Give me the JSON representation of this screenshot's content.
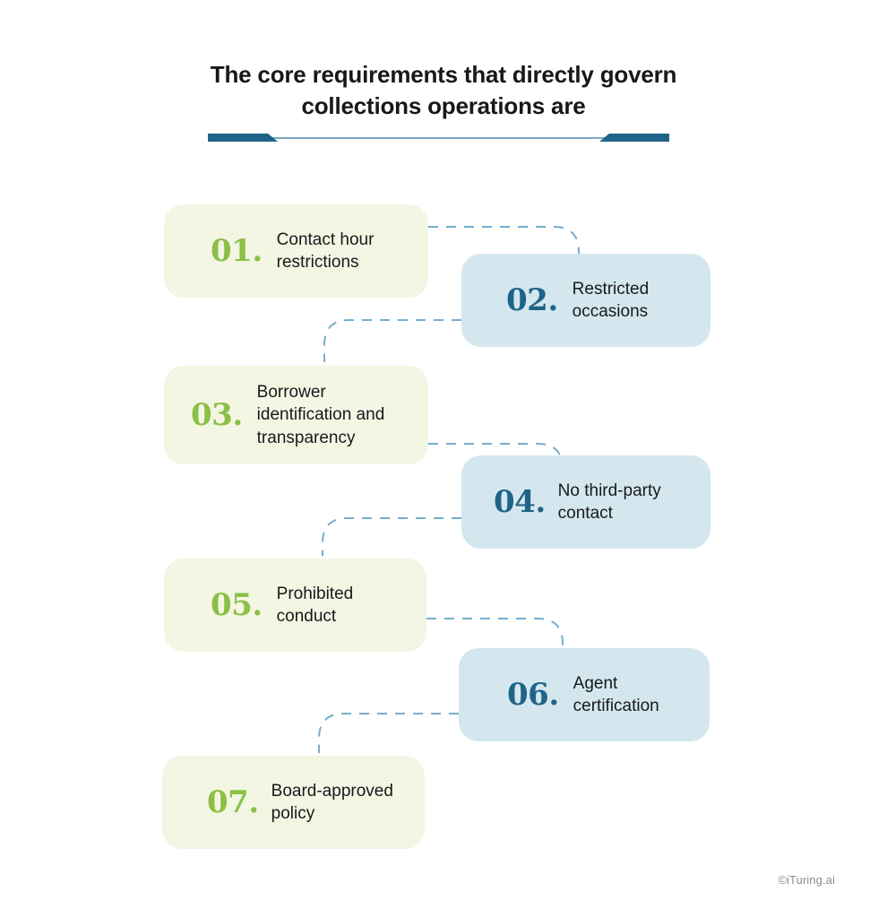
{
  "header": {
    "title_lines": [
      "The core requirements that directly govern",
      "collections operations are"
    ],
    "divider": {
      "line_color": "#7ba9c4",
      "accent_color": "#1f6488"
    }
  },
  "theme": {
    "background": "#ffffff",
    "green_card_bg": "#f2f6e3",
    "green_number": "#8cbf45",
    "blue_card_bg": "#d4e7ee",
    "blue_number": "#1f6488",
    "body_text": "#17191b",
    "connector": "#5f9fc4",
    "footer_text": "#8a8d90"
  },
  "cards": [
    {
      "number": "01.",
      "label": "Contact hour\nrestrictions",
      "side": "left",
      "variant": "green"
    },
    {
      "number": "02.",
      "label": "Restricted\noccasions",
      "side": "right",
      "variant": "blue"
    },
    {
      "number": "03.",
      "label": "Borrower\nidentification and\ntransparency",
      "side": "left",
      "variant": "green"
    },
    {
      "number": "04.",
      "label": "No third-party\ncontact",
      "side": "right",
      "variant": "blue"
    },
    {
      "number": "05.",
      "label": "Prohibited\nconduct",
      "side": "left",
      "variant": "green"
    },
    {
      "number": "06.",
      "label": "Agent\ncertification",
      "side": "right",
      "variant": "blue"
    },
    {
      "number": "07.",
      "label": "Board-approved\npolicy",
      "side": "left",
      "variant": "green"
    }
  ],
  "footer": {
    "credit": "©iTuring.ai"
  }
}
